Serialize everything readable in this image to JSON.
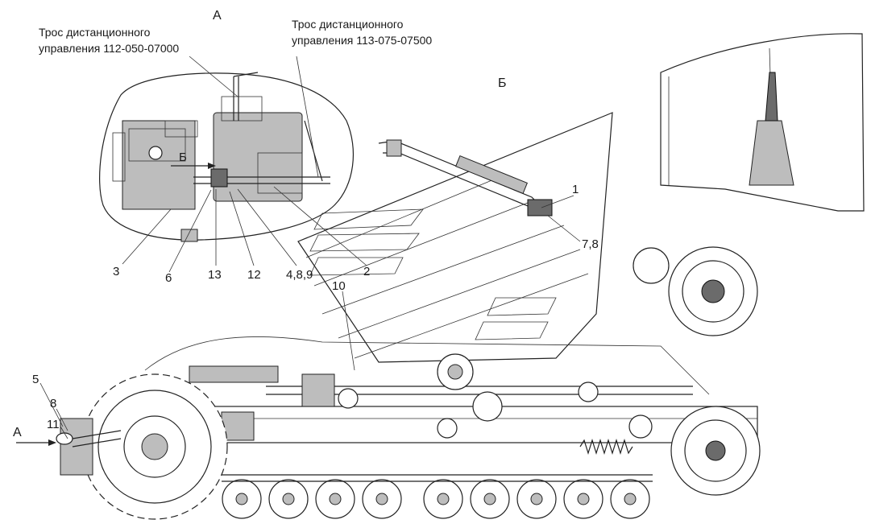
{
  "view_labels": {
    "a": "А",
    "b": "Б",
    "b_inset": "Б",
    "a_arrow": "А"
  },
  "cables": {
    "left": {
      "line1": "Трос дистанционного",
      "line2": "управления 112-050-07000"
    },
    "right": {
      "line1": "Трос дистанционного",
      "line2": "управления 113-075-07500"
    }
  },
  "callouts": {
    "c1": "1",
    "c2": "2",
    "c3": "3",
    "c4": "4,8,9",
    "c5": "5",
    "c6": "6",
    "c78": "7,8",
    "c8": "8",
    "c10": "10",
    "c11": "11",
    "c12": "12",
    "c13": "13"
  },
  "colors": {
    "ink": "#222222",
    "hatch": "#bdbdbd",
    "dark": "#6b6b6b",
    "paper": "#ffffff"
  }
}
